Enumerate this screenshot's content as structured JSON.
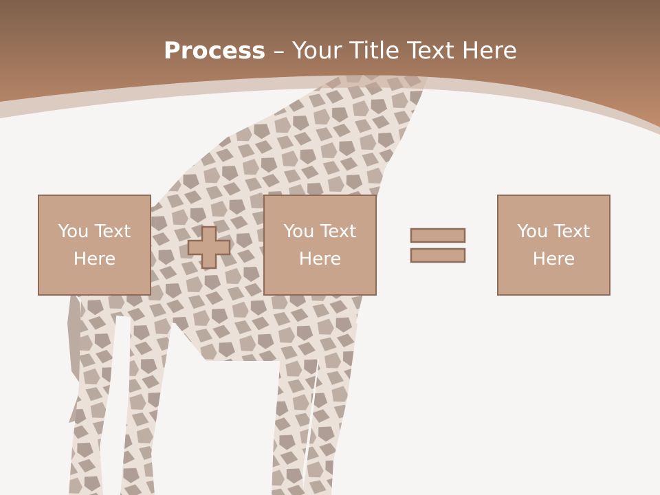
{
  "slide": {
    "title_bold": "Process",
    "title_rest": " – Your Title Text Here",
    "boxes": [
      {
        "text": "You Text Here"
      },
      {
        "text": "You Text Here"
      },
      {
        "text": "You Text Here"
      }
    ],
    "operators": [
      "plus-icon",
      "equals-icon"
    ]
  },
  "colors": {
    "header_top": "#7e604b",
    "header_bottom": "#c28d6e",
    "box_fill": "#c9a48c",
    "box_border": "#8e6a58",
    "background": "#f7f5f3",
    "text": "#ffffff"
  }
}
